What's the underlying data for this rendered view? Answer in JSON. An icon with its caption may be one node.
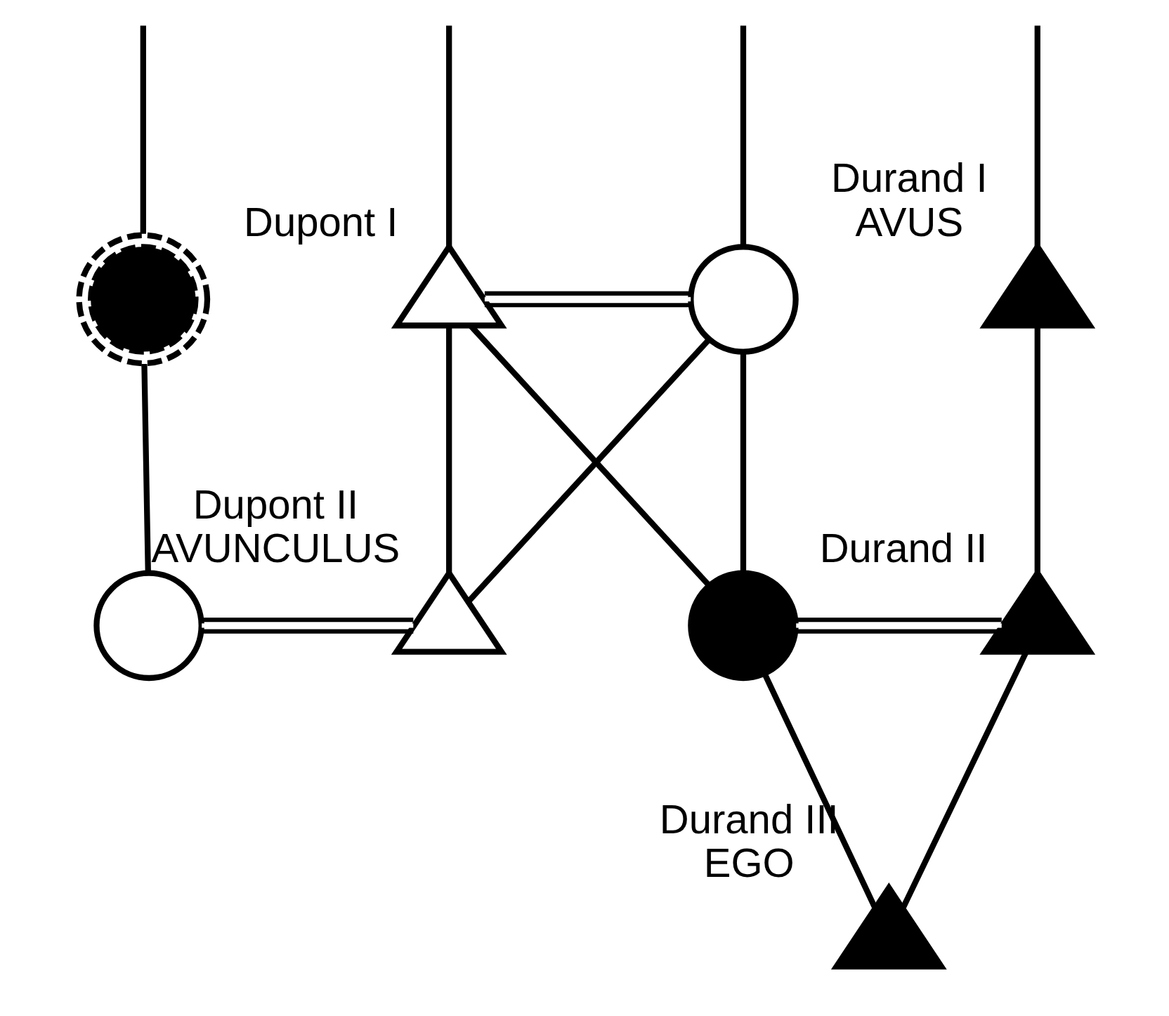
{
  "diagram": {
    "nodes": [
      {
        "text": [],
        "shape": "circle"
      },
      {
        "text": [
          "Dupont I"
        ]
      },
      {
        "text": [],
        "shape": "circle"
      },
      {
        "text": [
          "Durand I",
          "AVUS"
        ]
      },
      {
        "text": [],
        "shape": "circle"
      },
      {
        "text": [
          "Dupont II",
          "AVUNCULUS"
        ]
      },
      {
        "text": [],
        "shape": "circle"
      },
      {
        "text": [
          "Durand II"
        ]
      },
      {
        "text": [
          "Durand III",
          "EGO"
        ]
      }
    ],
    "edges": [
      {
        "from": null,
        "to": 0,
        "arrow": "none"
      },
      {
        "from": null,
        "to": 1,
        "arrow": "none"
      },
      {
        "from": null,
        "to": 2,
        "arrow": "none"
      },
      {
        "from": null,
        "to": 3,
        "arrow": "none"
      },
      {
        "from": 1,
        "to": 2,
        "arrow": "none"
      },
      {
        "from": 0,
        "to": 4,
        "arrow": "none"
      },
      {
        "from": 3,
        "to": 7,
        "arrow": "none"
      },
      {
        "from": 1,
        "to": 5,
        "arrow": "none"
      },
      {
        "from": 2,
        "to": 5,
        "arrow": "none"
      },
      {
        "from": 1,
        "to": 6,
        "arrow": "none"
      },
      {
        "from": 2,
        "to": 6,
        "arrow": "none"
      },
      {
        "from": 4,
        "to": 5,
        "arrow": "none"
      },
      {
        "from": 6,
        "to": 7,
        "arrow": "none"
      },
      {
        "from": 6,
        "to": 8,
        "arrow": "none"
      },
      {
        "from": 7,
        "to": 8,
        "arrow": "none"
      }
    ]
  }
}
